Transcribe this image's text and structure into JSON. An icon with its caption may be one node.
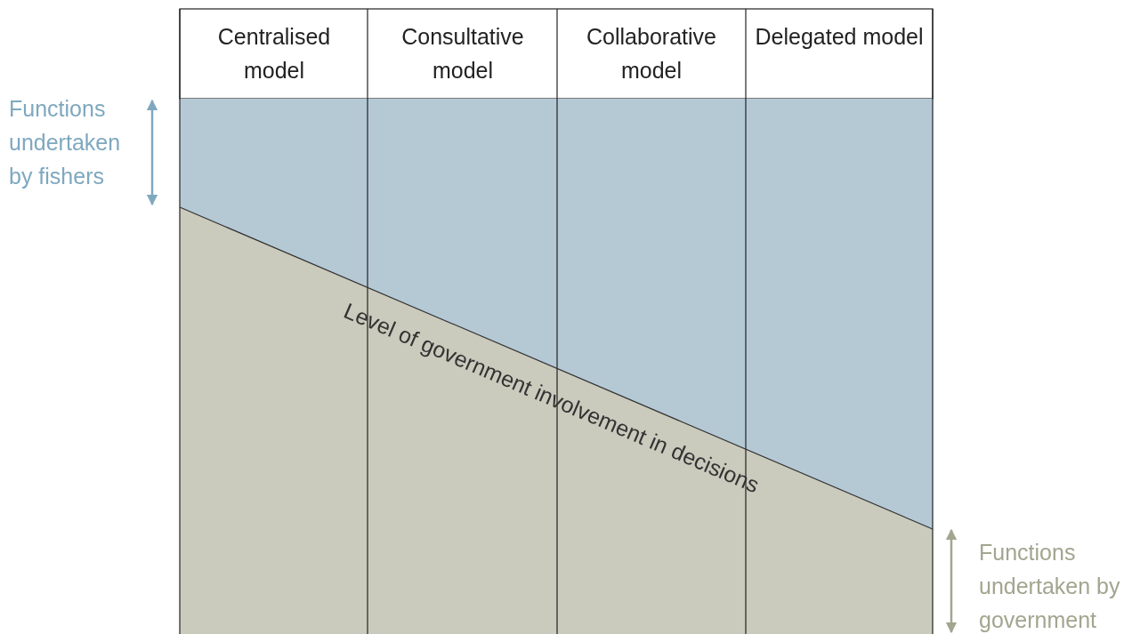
{
  "diagram": {
    "labels": [
      "Centralised model",
      "Consultative model",
      "Collaborative model",
      "Delegated model",
      "Functions undertaken by fishers",
      "Level of government involvement in decisions",
      "Functions undertaken by government"
    ]
  }
}
